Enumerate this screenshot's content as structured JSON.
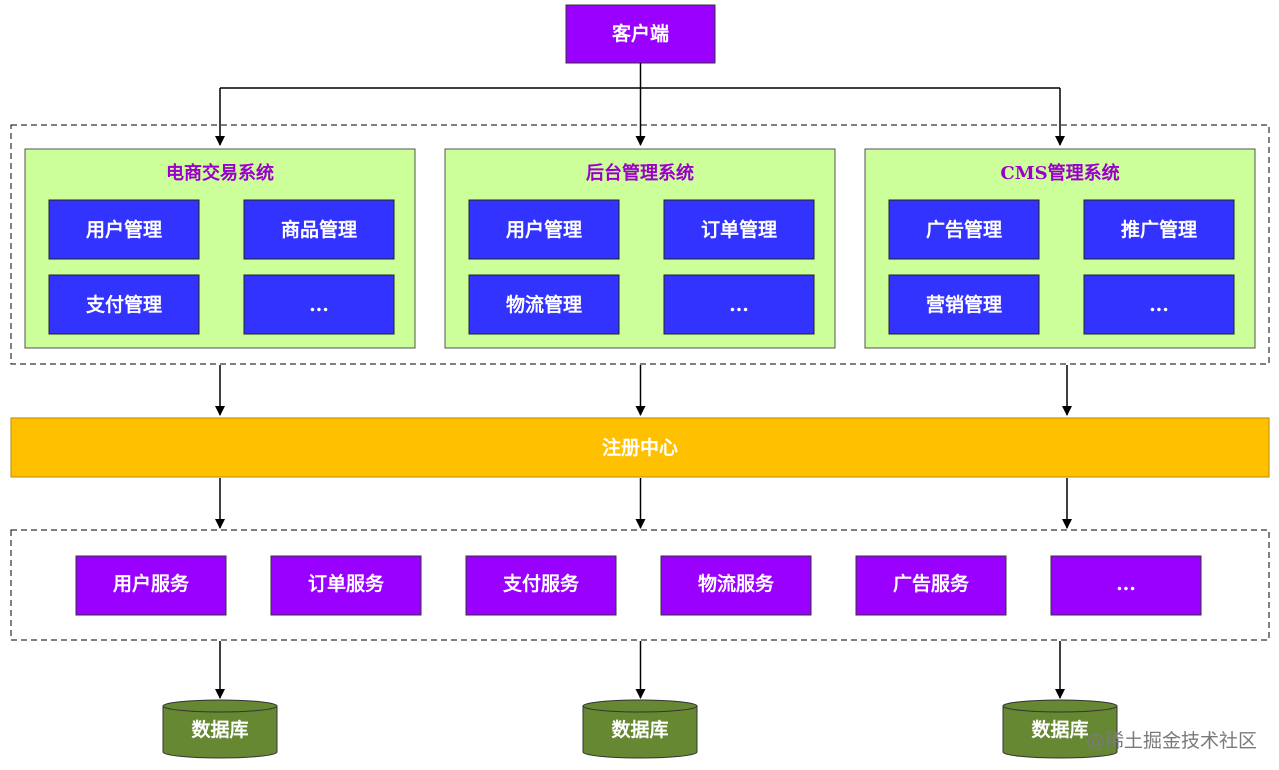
{
  "client": {
    "label": "客户端"
  },
  "systems": [
    {
      "title": "电商交易系统",
      "modules": [
        "用户管理",
        "商品管理",
        "支付管理",
        "..."
      ]
    },
    {
      "title": "后台管理系统",
      "modules": [
        "用户管理",
        "订单管理",
        "物流管理",
        "..."
      ]
    },
    {
      "title": "CMS管理系统",
      "modules": [
        "广告管理",
        "推广管理",
        "营销管理",
        "..."
      ]
    }
  ],
  "registry": {
    "label": "注册中心"
  },
  "services": [
    "用户服务",
    "订单服务",
    "支付服务",
    "物流服务",
    "广告服务",
    "..."
  ],
  "databases": [
    "数据库",
    "数据库",
    "数据库"
  ],
  "watermark": "@稀土掘金技术社区",
  "colors": {
    "client_fill": "#9900ff",
    "system_fill": "#ccff99",
    "system_title": "#9900cc",
    "module_fill": "#3333ff",
    "registry_fill": "#ffc000",
    "service_fill": "#9900ff",
    "database_fill": "#668833"
  }
}
